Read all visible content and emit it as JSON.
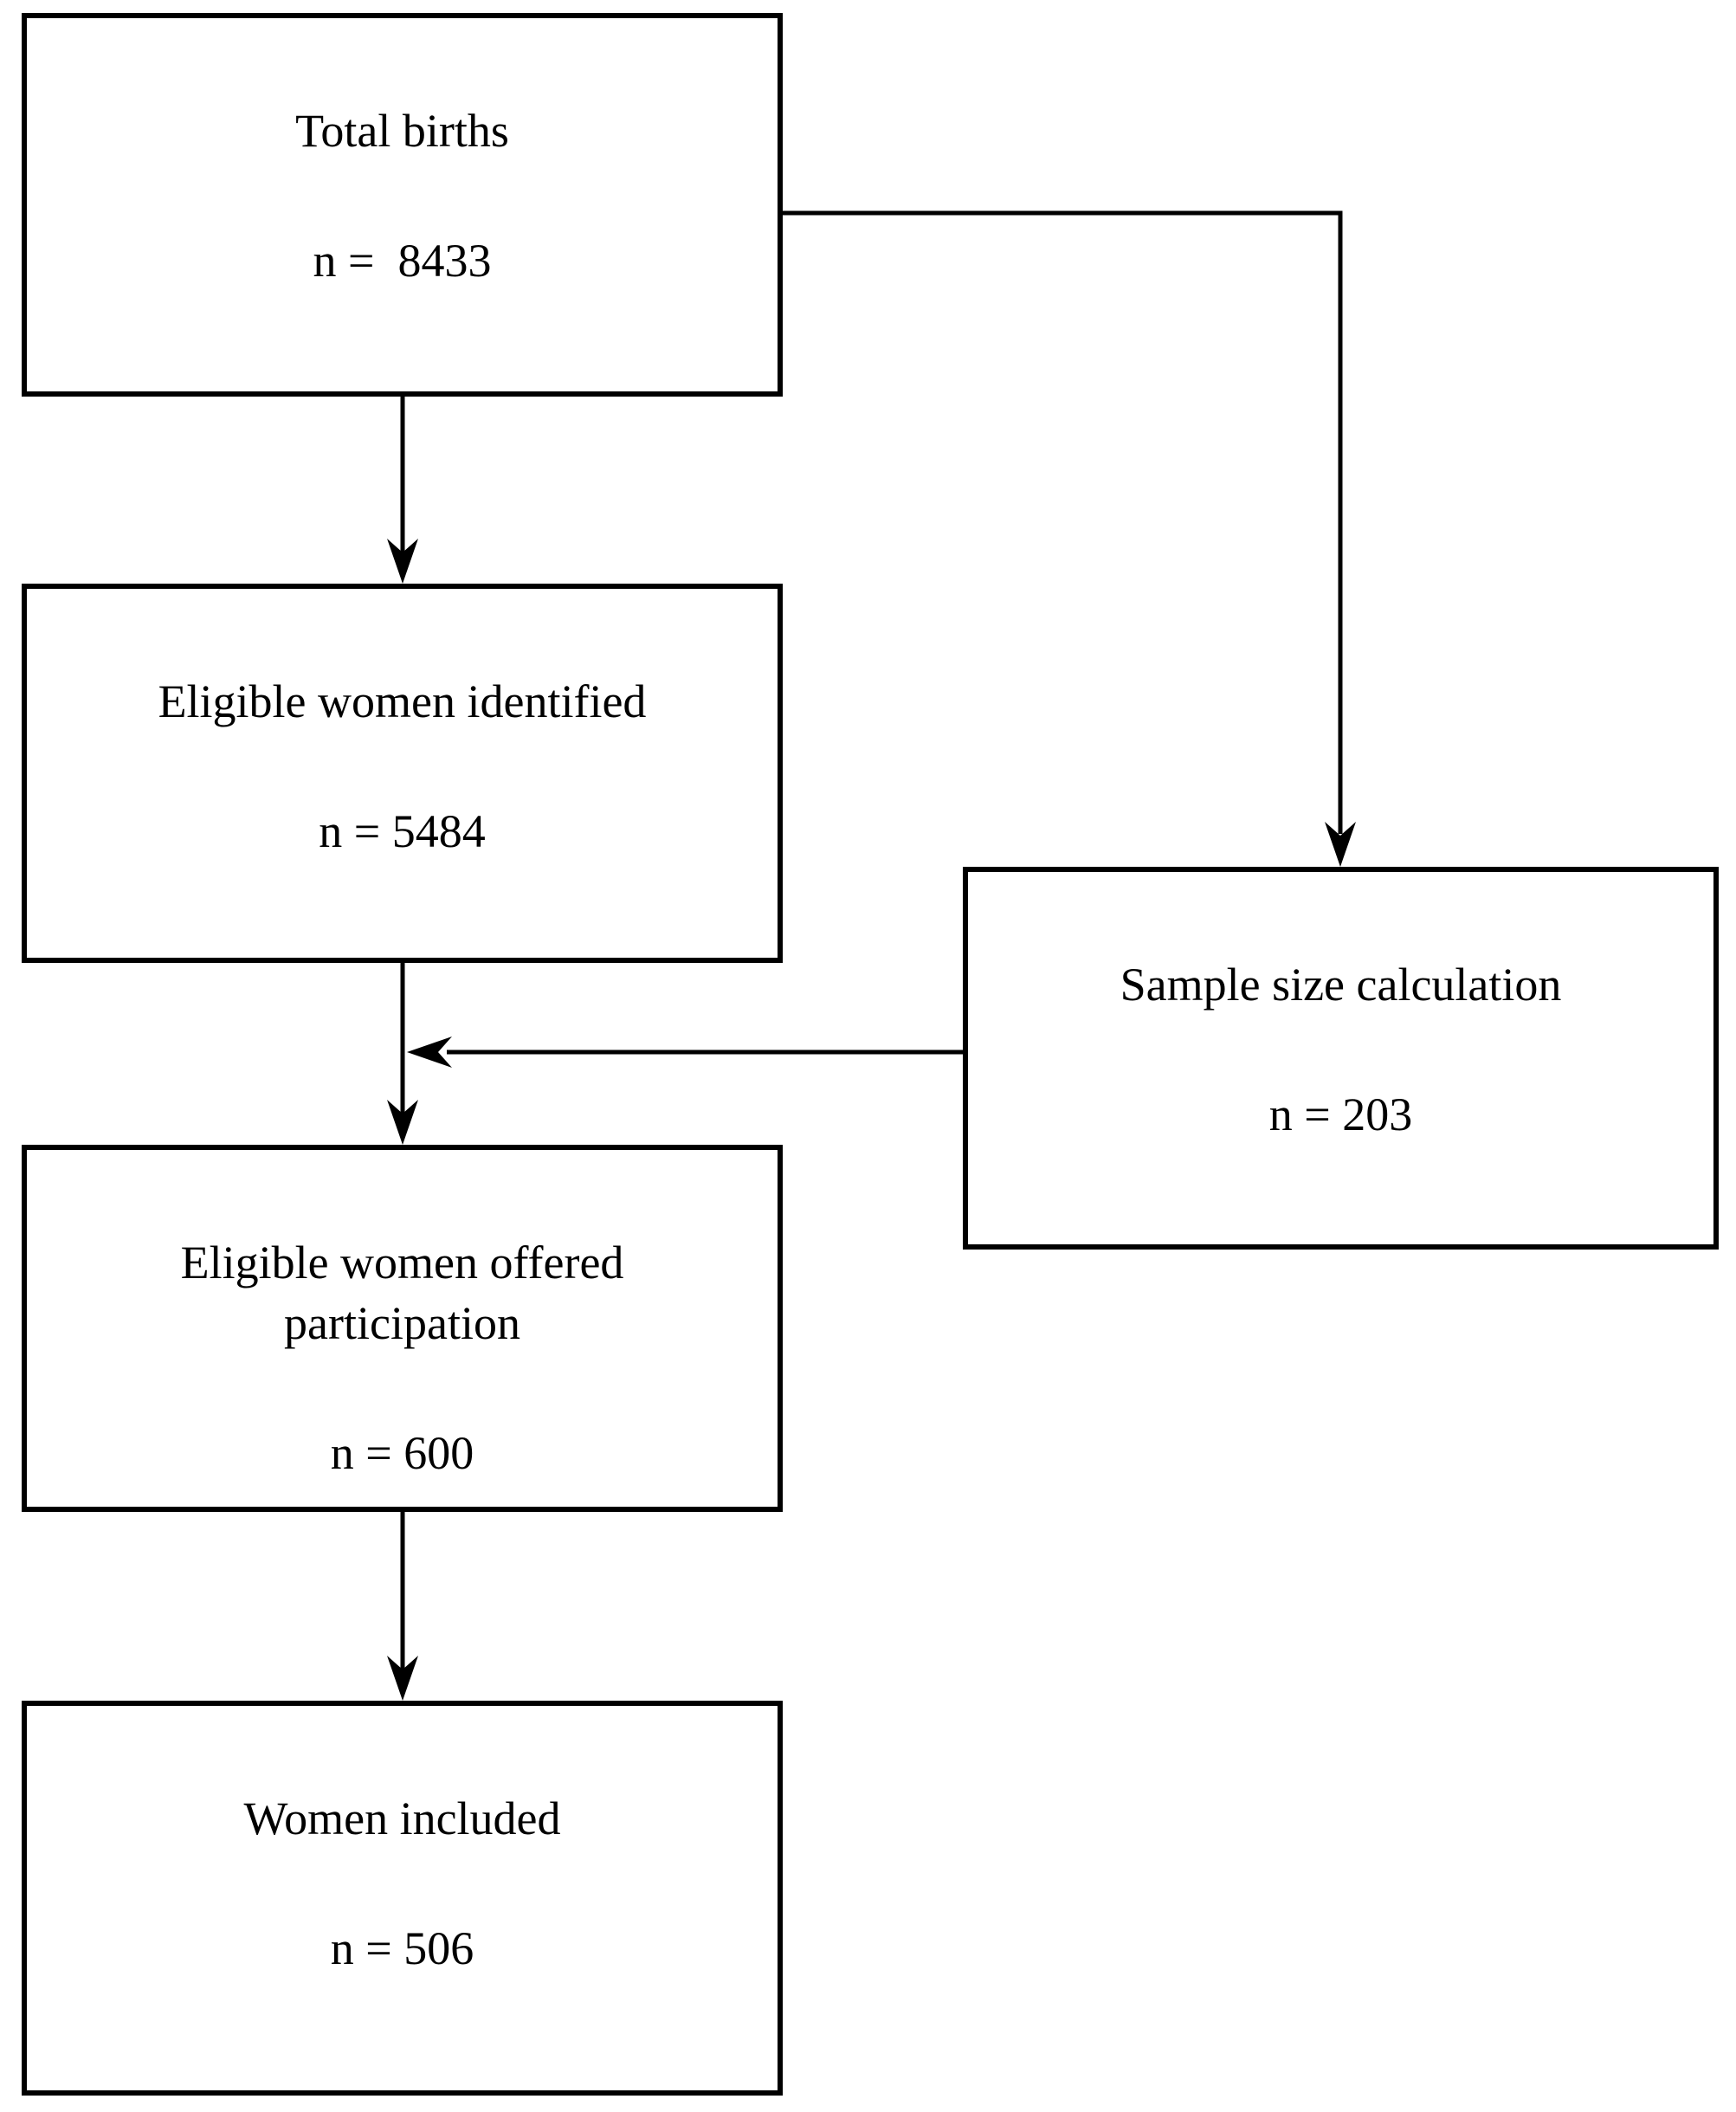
{
  "diagram": {
    "type": "flowchart",
    "background_color": "#ffffff",
    "stroke_color": "#000000",
    "nodes": {
      "total_births": {
        "label": "Total births",
        "count": "n =  8433"
      },
      "eligible_identified": {
        "label": "Eligible women identified",
        "count": "n = 5484"
      },
      "sample_size": {
        "label": "Sample size calculation",
        "count": "n = 203"
      },
      "eligible_offered": {
        "label": "Eligible women offered participation",
        "count": "n = 600"
      },
      "women_included": {
        "label": "Women included",
        "count": "n = 506"
      }
    },
    "edges": [
      {
        "from": "total_births",
        "to": "eligible_identified"
      },
      {
        "from": "total_births",
        "to": "sample_size"
      },
      {
        "from": "eligible_identified",
        "to": "eligible_offered"
      },
      {
        "from": "sample_size",
        "to": "eligible_offered"
      },
      {
        "from": "eligible_offered",
        "to": "women_included"
      }
    ]
  }
}
